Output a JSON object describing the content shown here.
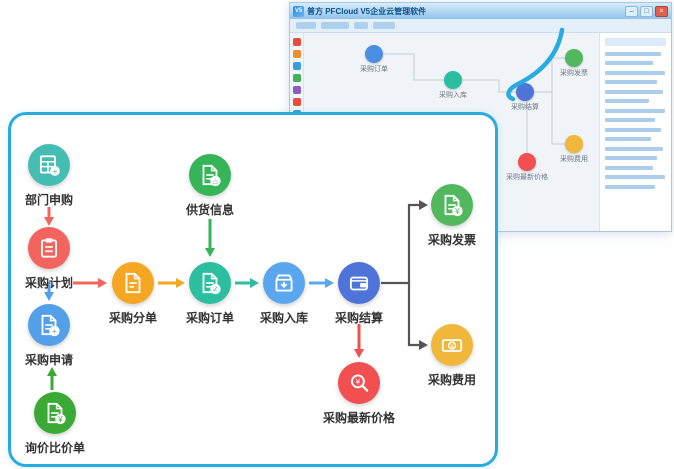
{
  "accent": {
    "panel_border": "#29abe2",
    "swoosh": "#29abe2"
  },
  "background_window": {
    "logo": "V5",
    "title": "普方 PFCloud V5企业云管理软件",
    "controls": [
      {
        "name": "minimize",
        "glyph": "–"
      },
      {
        "name": "maximize",
        "glyph": "□"
      },
      {
        "name": "close",
        "glyph": "×"
      }
    ],
    "mini_nodes": [
      {
        "label": "采购订单",
        "color": "#4a90e2"
      },
      {
        "label": "采购入库",
        "color": "#2bbfa0"
      },
      {
        "label": "采购结算",
        "color": "#4f74d9"
      },
      {
        "label": "采购最新价格",
        "color": "#f25050"
      },
      {
        "label": "采购发票",
        "color": "#52b85e"
      },
      {
        "label": "采购费用",
        "color": "#f0b73a"
      }
    ]
  },
  "flowchart": {
    "nodes": [
      {
        "id": "dept-requisition",
        "label": "部门申购",
        "color": "#45bdb3",
        "icon": "form"
      },
      {
        "id": "purchase-plan",
        "label": "采购计划",
        "color": "#f4645f",
        "icon": "clipboard"
      },
      {
        "id": "purchase-request",
        "label": "采购申请",
        "color": "#54a0e8",
        "icon": "doc-plus"
      },
      {
        "id": "inquiry-compare",
        "label": "询价比价单",
        "color": "#3aaa35",
        "icon": "doc-yen"
      },
      {
        "id": "purchase-split",
        "label": "采购分单",
        "color": "#f5a623",
        "icon": "doc"
      },
      {
        "id": "supply-info",
        "label": "供货信息",
        "color": "#35b558",
        "icon": "doc-home"
      },
      {
        "id": "purchase-order",
        "label": "采购订单",
        "color": "#2bbfa0",
        "icon": "doc-check"
      },
      {
        "id": "purchase-inbound",
        "label": "采购入库",
        "color": "#5aa7f0",
        "icon": "box"
      },
      {
        "id": "purchase-settlement",
        "label": "采购结算",
        "color": "#4f74d9",
        "icon": "wallet"
      },
      {
        "id": "latest-price",
        "label": "采购最新价格",
        "color": "#f25050",
        "icon": "search-yen"
      },
      {
        "id": "purchase-invoice",
        "label": "采购发票",
        "color": "#52b85e",
        "icon": "doc-yen"
      },
      {
        "id": "purchase-expense",
        "label": "采购费用",
        "color": "#f0b73a",
        "icon": "money"
      }
    ],
    "connections": [
      {
        "from": "部门申购",
        "to": "采购计划",
        "color": "#f4645f"
      },
      {
        "from": "采购计划",
        "to": "采购申请",
        "color": "#54a0e8"
      },
      {
        "from": "询价比价单",
        "to": "采购申请",
        "color": "#3aaa35"
      },
      {
        "from": "采购计划/采购申请",
        "to": "采购分单",
        "color": "#f4645f"
      },
      {
        "from": "采购分单",
        "to": "采购订单",
        "color": "#f5a623"
      },
      {
        "from": "供货信息",
        "to": "采购订单",
        "color": "#35b558"
      },
      {
        "from": "采购订单",
        "to": "采购入库",
        "color": "#2bbfa0"
      },
      {
        "from": "采购入库",
        "to": "采购结算",
        "color": "#5aa7f0"
      },
      {
        "from": "采购结算",
        "to": "采购最新价格",
        "color": "#f25050"
      },
      {
        "from": "采购结算",
        "to": "采购发票",
        "color": "#555555"
      },
      {
        "from": "采购结算",
        "to": "采购费用",
        "color": "#555555"
      }
    ]
  }
}
